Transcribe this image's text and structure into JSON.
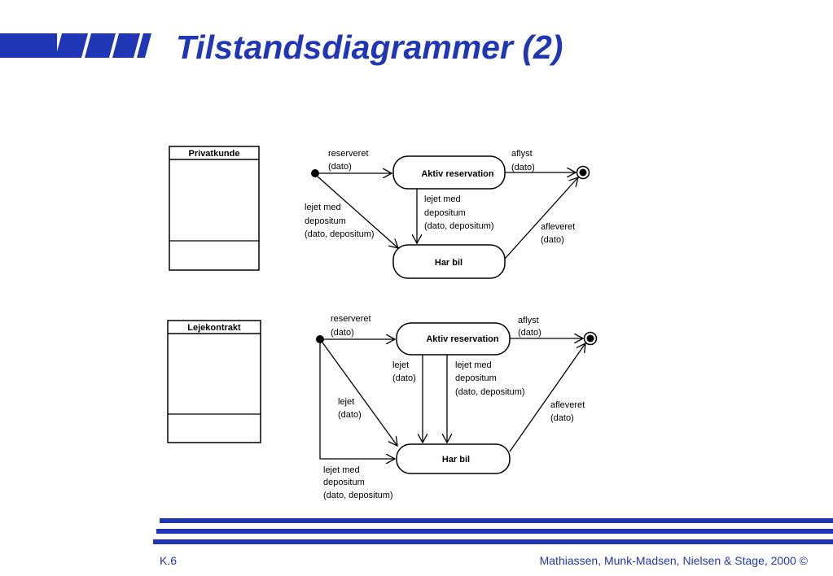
{
  "slide": {
    "title": "Tilstandsdiagrammer (2)",
    "footer_left": "K.6",
    "footer_right": "Mathiassen, Munk-Madsen, Nielsen & Stage, 2000 ©",
    "accent_color": "#1f37b5"
  },
  "diagram1": {
    "class_name": "Privatkunde",
    "state_active": "Aktiv reservation",
    "state_car": "Har bil",
    "t_reserve": [
      "reserveret",
      "(dato)"
    ],
    "t_cancel": [
      "aflyst",
      "(dato)"
    ],
    "t_rent_mid": [
      "lejet med",
      "depositum",
      "(dato, depositum)"
    ],
    "t_rent_left": [
      "lejet med",
      "depositum",
      "(dato, depositum)"
    ],
    "t_deliver": [
      "afleveret",
      "(dato)"
    ]
  },
  "diagram2": {
    "class_name": "Lejekontrakt",
    "state_active": "Aktiv reservation",
    "state_car": "Har bil",
    "t_reserve": [
      "reserveret",
      "(dato)"
    ],
    "t_cancel": [
      "aflyst",
      "(dato)"
    ],
    "t_rent_a": [
      "lejet",
      "(dato)"
    ],
    "t_rent_b": [
      "lejet med",
      "depositum",
      "(dato, depositum)"
    ],
    "t_rent_left": [
      "lejet",
      "(dato)"
    ],
    "t_rent_bottom": [
      "lejet med",
      "depositum",
      "(dato, depositum)"
    ],
    "t_deliver": [
      "afleveret",
      "(dato)"
    ]
  }
}
